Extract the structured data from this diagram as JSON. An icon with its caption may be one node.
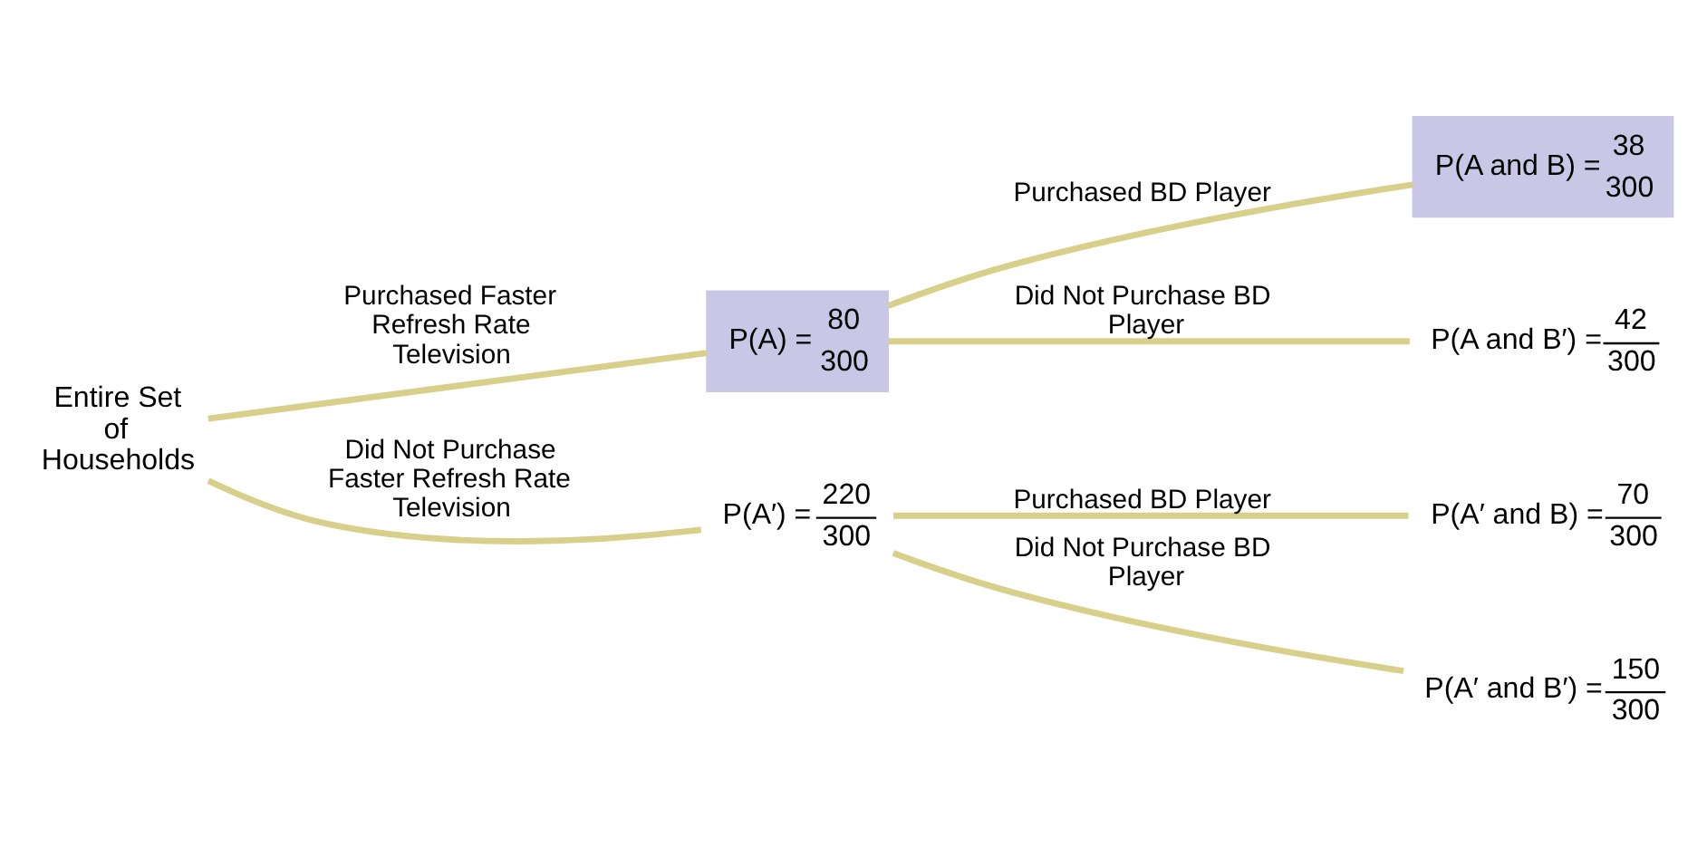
{
  "diagram": {
    "nodes": [
      {
        "text": [
          "Entire Set of Households"
        ]
      },
      {
        "text": [
          "P(A) =",
          "80",
          "300"
        ]
      },
      {
        "text": [
          "P(A′) =",
          "220",
          "300"
        ]
      },
      {
        "text": [
          "P(A and B) =",
          "38",
          "300"
        ]
      },
      {
        "text": [
          "P(A and B′) =",
          "42",
          "300"
        ]
      },
      {
        "text": [
          "P(A′ and B) =",
          "70",
          "300"
        ]
      },
      {
        "text": [
          "P(A′ and B′) =",
          "150",
          "300"
        ]
      }
    ],
    "edges": [
      {
        "from": 0,
        "to": 1,
        "arrow": "none",
        "label": "Purchased Faster Refresh Rate Television"
      },
      {
        "from": 0,
        "to": 2,
        "arrow": "none",
        "label": "Did Not Purchase Faster Refresh Rate Television"
      },
      {
        "from": 1,
        "to": 3,
        "arrow": "none",
        "label": "Purchased BD Player"
      },
      {
        "from": 1,
        "to": 4,
        "arrow": "none",
        "label": "Did Not Purchase BD Player"
      },
      {
        "from": 2,
        "to": 5,
        "arrow": "none",
        "label": "Purchased BD Player"
      },
      {
        "from": 2,
        "to": 6,
        "arrow": "none",
        "label": "Did Not Purchase BD Player"
      }
    ]
  }
}
